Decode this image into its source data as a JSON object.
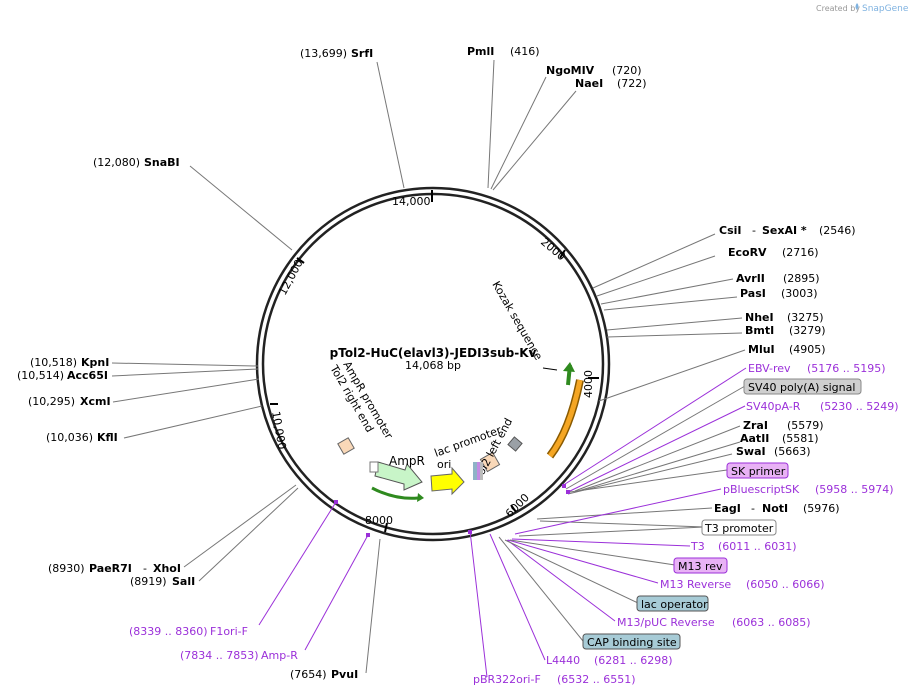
{
  "credit": {
    "text": "Created by",
    "brand": "SnapGene"
  },
  "plasmid": {
    "name": "pTol2-HuC(elavl3)-JEDI3sub-Kv",
    "size": "14,068 bp"
  },
  "ticks": [
    "2000",
    "4000",
    "6000",
    "8000",
    "10,000",
    "12,000",
    "14,000"
  ],
  "features": {
    "kozak": "Kozak sequence",
    "tol2_left": "Tol2 left end",
    "lac_promoter": "lac promoter",
    "ori": "ori",
    "ampr": "AmpR",
    "ampr_promoter": "AmpR promoter",
    "tol2_right": "Tol2 right end"
  },
  "sites": {
    "srfi": {
      "name": "SrfI",
      "pos": "(13,699)"
    },
    "pmli": {
      "name": "PmlI",
      "pos": "(416)"
    },
    "ngomiv": {
      "name": "NgoMIV",
      "pos": "(720)"
    },
    "naei": {
      "name": "NaeI",
      "pos": "(722)"
    },
    "snabi": {
      "name": "SnaBI",
      "pos": "(12,080)"
    },
    "csii": {
      "name": "CsiI",
      "sep": "-",
      "name2": "SexAI *",
      "pos": "(2546)"
    },
    "ecorv": {
      "name": "EcoRV",
      "pos": "(2716)"
    },
    "avrii": {
      "name": "AvrII",
      "pos": "(2895)"
    },
    "pasi": {
      "name": "PasI",
      "pos": "(3003)"
    },
    "nhei": {
      "name": "NheI",
      "pos": "(3275)"
    },
    "bmti": {
      "name": "BmtI",
      "pos": "(3279)"
    },
    "mlui": {
      "name": "MluI",
      "pos": "(4905)"
    },
    "zrai": {
      "name": "ZraI",
      "pos": "(5579)"
    },
    "aatii": {
      "name": "AatII",
      "pos": "(5581)"
    },
    "swai": {
      "name": "SwaI",
      "pos": "(5663)"
    },
    "eagi": {
      "name": "EagI",
      "sep": "-",
      "name2": "NotI",
      "pos": "(5976)"
    },
    "kpni": {
      "name": "KpnI",
      "pos": "(10,518)"
    },
    "acc65i": {
      "name": "Acc65I",
      "pos": "(10,514)"
    },
    "xcmi": {
      "name": "XcmI",
      "pos": "(10,295)"
    },
    "kfli": {
      "name": "KflI",
      "pos": "(10,036)"
    },
    "paer7i": {
      "name": "PaeR7I",
      "sep": "-",
      "name2": "XhoI",
      "pos": "(8930)"
    },
    "sali": {
      "name": "SalI",
      "pos": "(8919)"
    },
    "pvui": {
      "name": "PvuI",
      "pos": "(7654)"
    }
  },
  "primers": {
    "ebv_rev": {
      "name": "EBV-rev",
      "range": "(5176 .. 5195)"
    },
    "sv40pa_r": {
      "name": "SV40pA-R",
      "range": "(5230 .. 5249)"
    },
    "pbluescriptsk": {
      "name": "pBluescriptSK",
      "range": "(5958 .. 5974)"
    },
    "t3": {
      "name": "T3",
      "range": "(6011 .. 6031)"
    },
    "m13_reverse": {
      "name": "M13 Reverse",
      "range": "(6050 .. 6066)"
    },
    "m13_puc_reverse": {
      "name": "M13/pUC Reverse",
      "range": "(6063 .. 6085)"
    },
    "l4440": {
      "name": "L4440",
      "range": "(6281 .. 6298)"
    },
    "pbr322ori_f": {
      "name": "pBR322ori-F",
      "range": "(6532 .. 6551)"
    },
    "amp_r": {
      "name": "Amp-R",
      "range": "(7834 .. 7853)"
    },
    "f1ori_f": {
      "name": "F1ori-F",
      "range": "(8339 .. 8360)"
    }
  },
  "boxes": {
    "sv40_polya": "SV40 poly(A) signal",
    "sk_primer": "SK primer",
    "t3_promoter": "T3 promoter",
    "m13_rev": "M13 rev",
    "lac_operator": "lac operator",
    "cap_site": "CAP binding site"
  },
  "colors": {
    "primer": "#9b30d9",
    "gray_box": "#cfcfcf",
    "purple_box": "#e8b2f5",
    "teal_box": "#a7cbd6",
    "ampr": "#c8f5c8",
    "ori": "#ffff00",
    "orange": "#f5a623"
  }
}
